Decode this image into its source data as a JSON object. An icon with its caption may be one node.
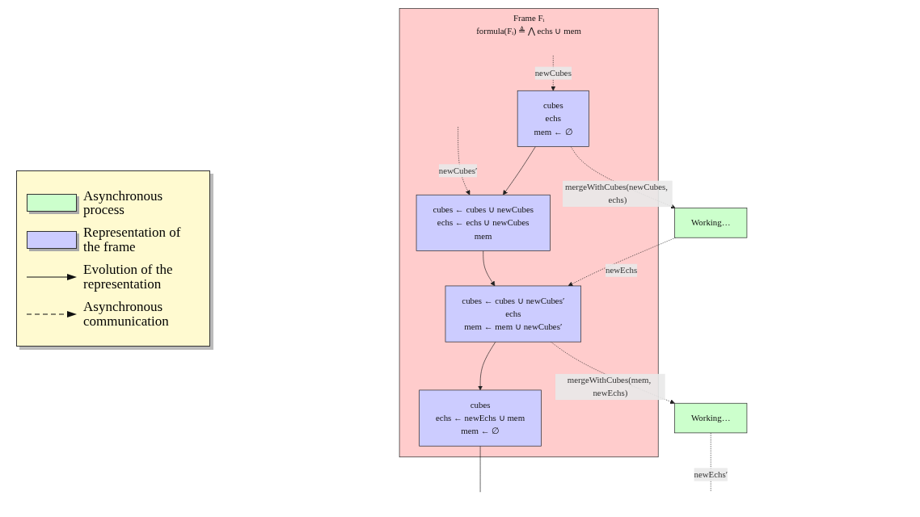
{
  "diagram": {
    "nodes": [
      {
        "text": [
          "Frame Fᵢ",
          "formula(Fᵢ) ≜ ⋀ echs ∪ mem"
        ]
      },
      {
        "text": [
          "cubes",
          "echs",
          "mem ← ∅"
        ],
        "in": 0
      },
      {
        "text": [
          "cubes ← cubes ∪ newCubes",
          "echs ← echs ∪ newCubes",
          "mem"
        ],
        "in": 0
      },
      {
        "text": [
          "cubes ← cubes ∪ newCubes′",
          "echs",
          "mem ← mem ∪ newCubes′"
        ],
        "in": 0
      },
      {
        "text": [
          "cubes",
          "echs ← newEchs ∪ mem",
          "mem ← ∅"
        ],
        "in": 0
      },
      {
        "text": [
          "Working…"
        ]
      },
      {
        "text": [
          "Working…"
        ]
      }
    ],
    "edges": [
      {
        "from": null,
        "to": 1,
        "arrow": "to",
        "style": "dashed",
        "label": "newCubes"
      },
      {
        "from": null,
        "to": 2,
        "arrow": "to",
        "style": "dashed",
        "label": "newCubes′"
      },
      {
        "from": 1,
        "to": 2,
        "arrow": "to"
      },
      {
        "from": 2,
        "to": 3,
        "arrow": "to"
      },
      {
        "from": 3,
        "to": 4,
        "arrow": "to"
      },
      {
        "from": 4,
        "to": null,
        "arrow": "none"
      },
      {
        "from": 1,
        "to": 5,
        "arrow": "to",
        "style": "dashed",
        "label": "mergeWithCubes(newCubes, echs)"
      },
      {
        "from": 5,
        "to": 3,
        "arrow": "to",
        "style": "dashed",
        "label": "newEchs"
      },
      {
        "from": 3,
        "to": 6,
        "arrow": "to",
        "style": "dashed",
        "label": "mergeWithCubes(mem, newEchs)"
      },
      {
        "from": 6,
        "to": null,
        "arrow": "none",
        "style": "dashed",
        "label": "newEchs′"
      }
    ],
    "legend": [
      {
        "text": "Asynchronous process",
        "color": "#ccffcc"
      },
      {
        "text": "Representation of the frame",
        "color": "#ccccff"
      },
      {
        "text": "Evolution of the representation"
      },
      {
        "text": "Asynchronous communication"
      }
    ]
  }
}
